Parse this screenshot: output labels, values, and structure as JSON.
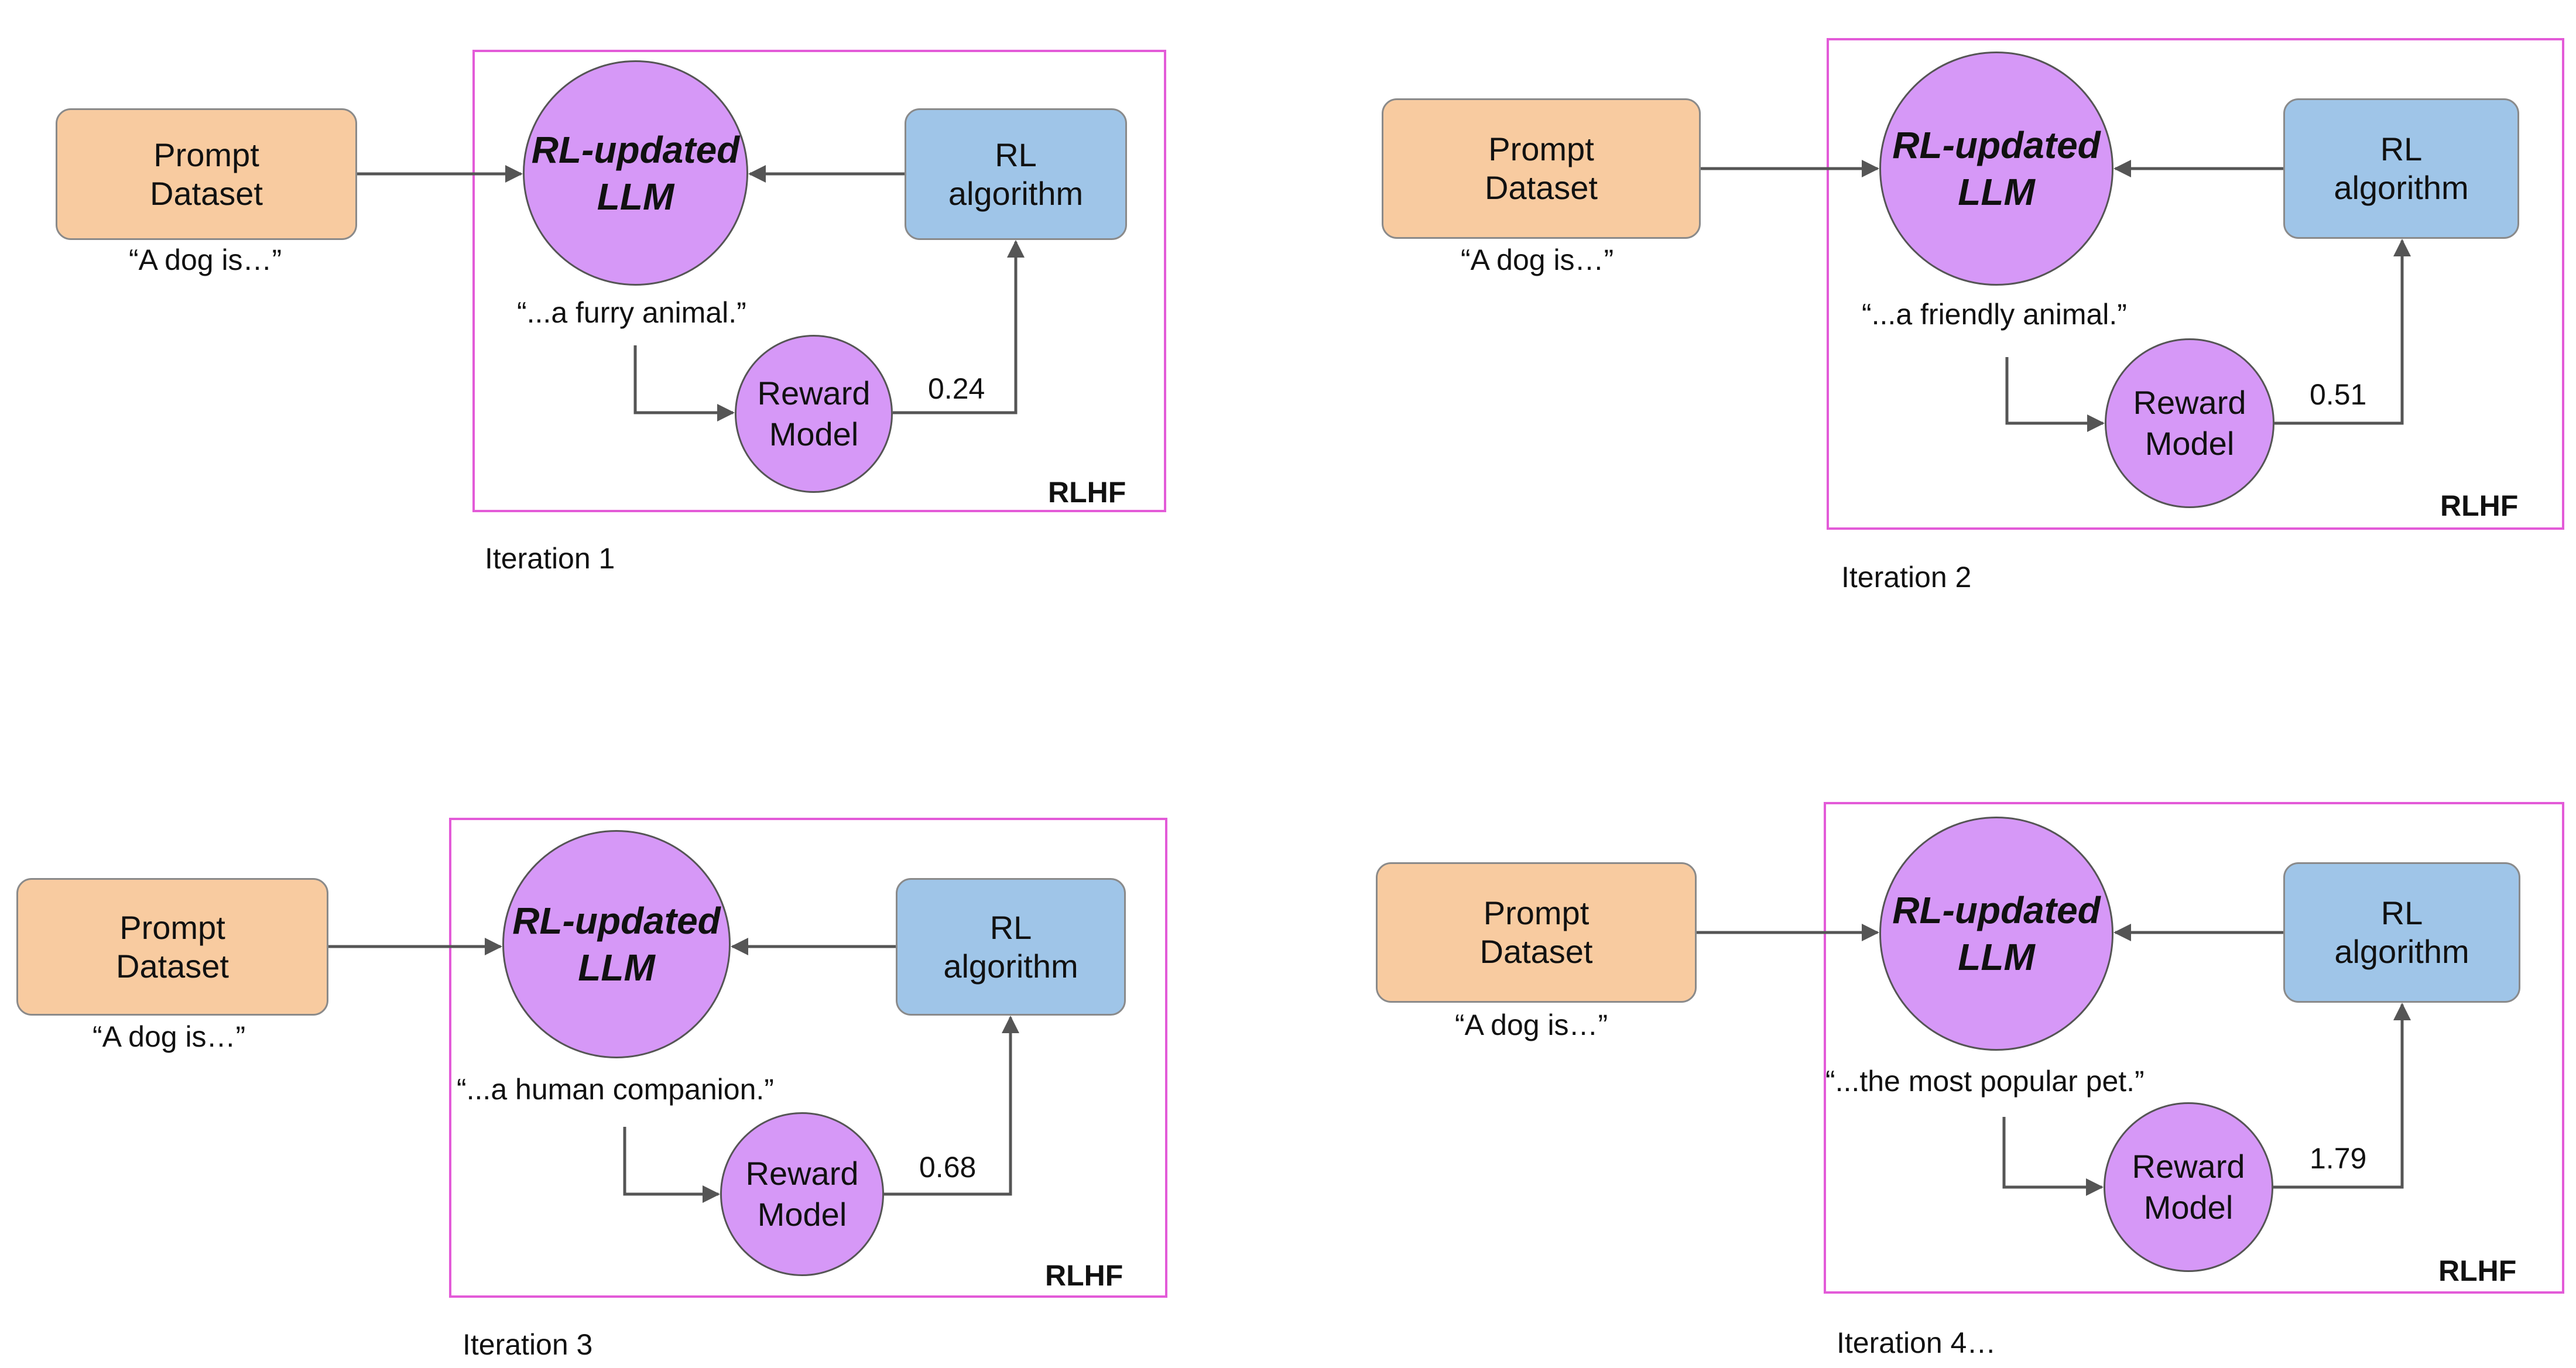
{
  "labels": {
    "prompt_box": "Prompt\nDataset",
    "prompt_text": "“A dog is…”",
    "llm": "RL-updated\nLLM",
    "rl_algorithm": "RL\nalgorithm",
    "reward_model": "Reward\nModel",
    "rlhf": "RLHF"
  },
  "iterations": [
    {
      "caption": "Iteration 1",
      "response": "“...a furry animal.”",
      "reward": "0.24"
    },
    {
      "caption": "Iteration 2",
      "response": "“...a friendly animal.”",
      "reward": "0.51"
    },
    {
      "caption": "Iteration 3",
      "response": "“...a human companion.”",
      "reward": "0.68"
    },
    {
      "caption": "Iteration 4…",
      "response": "“...the most popular pet.”",
      "reward": "1.79"
    }
  ],
  "colors": {
    "prompt_fill": "#f8cba0",
    "rl_fill": "#9fc5e8",
    "llm_fill": "#d698f7",
    "frame": "#e35bd8",
    "arrow": "#555555"
  }
}
